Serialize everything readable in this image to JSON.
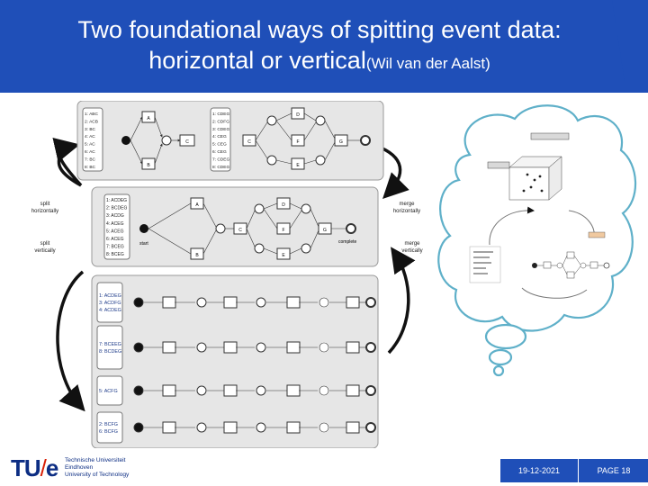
{
  "slide": {
    "title_main": "Two foundational ways of spitting event data: horizontal or vertical",
    "title_cite": "(Wil van der Aalst)",
    "date": "19-12-2021",
    "page": "PAGE 18"
  },
  "logo": {
    "mark_tu": "TU",
    "mark_slash": "/",
    "mark_e": "e",
    "line1": "Technische Universiteit",
    "line2": "Eindhoven",
    "line3": "University of Technology"
  },
  "figure": {
    "split_h": [
      "split",
      "horizontally"
    ],
    "split_v": [
      "split",
      "vertically"
    ],
    "merge_h": [
      "merge",
      "horizontally"
    ],
    "merge_v": [
      "merge",
      "vertically"
    ],
    "start": "start",
    "complete": "complete",
    "top_left_log": [
      "1: ABC",
      "2: ACB",
      "3: BC",
      "4: AC",
      "5: AC",
      "6: AC",
      "7: BC",
      "8: BC"
    ],
    "top_right_log": [
      "1: CDEG",
      "2: CDFG",
      "3: CDEG",
      "4: CEG",
      "5: CEG",
      "6: CEG",
      "7: CDEG",
      "8: CDEG"
    ],
    "middle_log": [
      "1: ACDEG",
      "2: BCDEG",
      "3: ACDG",
      "4: ACEG",
      "5: ACEG",
      "6: ACEG",
      "7: BCEG",
      "8: BCEG"
    ],
    "v_logs": [
      [
        "1: ACDEG",
        "3: ACDFG",
        "4: ACDEG"
      ],
      [
        "7: BCEEG",
        "8: BCDEG"
      ],
      [
        "5: ACFG"
      ],
      [
        "2: BCFG",
        "6: BCFG"
      ]
    ]
  },
  "colors": {
    "header": "#1f4fb8",
    "cloud_stroke": "#5fb0c9",
    "logo_blue": "#0c2d83",
    "logo_red": "#d81e05"
  }
}
